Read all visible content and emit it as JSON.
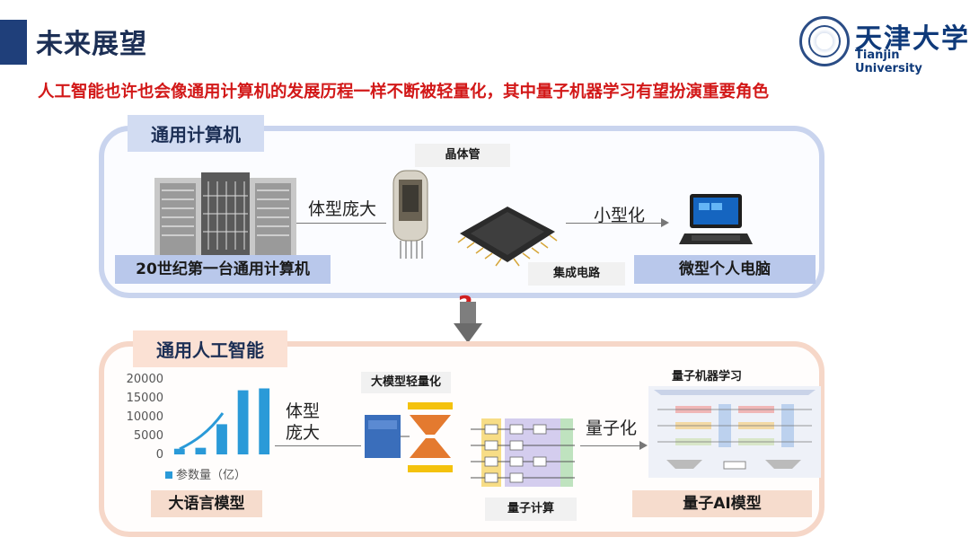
{
  "header": {
    "title": "未来展望",
    "subtitle": "人工智能也许也会像通用计算机的发展历程一样不断被轻量化，其中量子机器学习有望扮演重要角色",
    "logo_cn": "天津大学",
    "logo_en": "Tianjin University"
  },
  "colors": {
    "title_bar": "#1f3f7a",
    "subtitle": "#d21818",
    "top_frame": "#c9d4ee",
    "bottom_frame": "#f6d7c8",
    "chart_bar": "#2a9ad8"
  },
  "general_computer": {
    "tag": "通用计算机",
    "first_computer_label": "20世纪第一台通用计算机",
    "transistor_label": "晶体管",
    "ic_label": "集成电路",
    "micro_pc_label": "微型个人电脑",
    "arrow_bulky": "体型庞大",
    "arrow_miniaturize": "小型化"
  },
  "transition": {
    "question": "?"
  },
  "general_ai": {
    "tag": "通用人工智能",
    "llm_label": "大语言模型",
    "lightweight_label": "大模型轻量化",
    "quantum_compute_label": "量子计算",
    "qml_label": "量子机器学习",
    "quantum_ai_label": "量子AI模型",
    "arrow_bulky": "体型庞大",
    "arrow_quantize": "量子化"
  },
  "chart_data": {
    "type": "bar",
    "title": "",
    "xlabel": "",
    "ylabel": "",
    "ylim": [
      0,
      20000
    ],
    "yticks": [
      "20000",
      "15000",
      "10000",
      "5000",
      "0"
    ],
    "legend": "参数量（亿）",
    "legend_position": "bottom",
    "series": [
      {
        "name": "参数量（亿）",
        "values": [
          1500,
          1750,
          8000,
          17000,
          17500
        ]
      }
    ],
    "trend": "rising"
  }
}
